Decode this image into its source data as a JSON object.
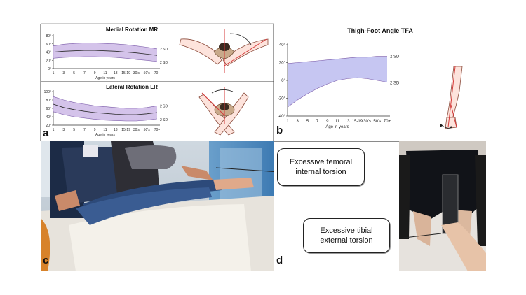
{
  "panel_a": {
    "letter": "a",
    "xlabel": "Age in years",
    "ticks": [
      "1",
      "3",
      "5",
      "7",
      "9",
      "11",
      "13",
      "15-19",
      "30's",
      "50's",
      "70+"
    ],
    "sd_label_upper": "2 SD",
    "sd_label_lower": "2 SD",
    "color_band": "#cdb8e6",
    "color_mean": "#2a2a2a"
  },
  "panel_b": {
    "letter": "b",
    "xlabel": "Age in years",
    "ticks": [
      "1",
      "3",
      "5",
      "7",
      "9",
      "11",
      "13",
      "15-19",
      "30's",
      "50's",
      "70+"
    ],
    "sd_label_upper": "2 SD",
    "sd_label_lower": "2 SD",
    "color_band": "#bcbcf0"
  },
  "panel_c": {
    "letter": "c",
    "callout": "Excessive femoral internal torsion"
  },
  "panel_d": {
    "letter": "d",
    "callout": "Excessive tibial external torsion"
  },
  "chart_data": [
    {
      "type": "area",
      "title": "Medial Rotation MR",
      "xlabel": "Age in years",
      "categories": [
        "1",
        "3",
        "5",
        "7",
        "9",
        "11",
        "13",
        "15-19",
        "30's",
        "50's",
        "70+"
      ],
      "y_tick_labels": [
        "0°",
        "20°",
        "40°",
        "60°",
        "80°"
      ],
      "ylim": [
        0,
        80
      ],
      "series": [
        {
          "role": "upper",
          "values": [
            55,
            59,
            61,
            62,
            62,
            61,
            60,
            58,
            55,
            52,
            48
          ]
        },
        {
          "role": "mean",
          "values": [
            40,
            42,
            43,
            44,
            44,
            43,
            42,
            40,
            38,
            35,
            32
          ]
        },
        {
          "role": "lower",
          "values": [
            25,
            27,
            28,
            29,
            29,
            28,
            27,
            25,
            22,
            20,
            17
          ]
        }
      ]
    },
    {
      "type": "area",
      "title": "Lateral Rotation LR",
      "xlabel": "Age in years",
      "categories": [
        "1",
        "3",
        "5",
        "7",
        "9",
        "11",
        "13",
        "15-19",
        "30's",
        "50's",
        "70+"
      ],
      "y_tick_labels": [
        "20°",
        "40°",
        "60°",
        "80°",
        "100°"
      ],
      "ylim": [
        20,
        100
      ],
      "series": [
        {
          "role": "upper",
          "values": [
            88,
            80,
            74,
            70,
            66,
            64,
            62,
            60,
            60,
            62,
            66
          ]
        },
        {
          "role": "mean",
          "values": [
            70,
            62,
            57,
            53,
            50,
            48,
            46,
            45,
            45,
            47,
            50
          ]
        },
        {
          "role": "lower",
          "values": [
            52,
            45,
            40,
            37,
            34,
            32,
            31,
            30,
            30,
            32,
            35
          ]
        }
      ]
    },
    {
      "type": "area",
      "title": "Thigh-Foot Angle TFA",
      "xlabel": "Age in years",
      "categories": [
        "1",
        "3",
        "5",
        "7",
        "9",
        "11",
        "13",
        "15-19",
        "30's",
        "50's",
        "70+"
      ],
      "y_tick_labels": [
        "-40°",
        "-20°",
        "0°",
        "20°",
        "40°"
      ],
      "ylim": [
        -40,
        40
      ],
      "series": [
        {
          "role": "upper",
          "values": [
            19,
            20,
            21,
            22,
            23,
            24,
            25,
            26,
            26,
            27,
            27
          ]
        },
        {
          "role": "lower",
          "values": [
            -30,
            -22,
            -15,
            -9,
            -4,
            0,
            2,
            3,
            2,
            0,
            -2
          ]
        }
      ]
    }
  ]
}
